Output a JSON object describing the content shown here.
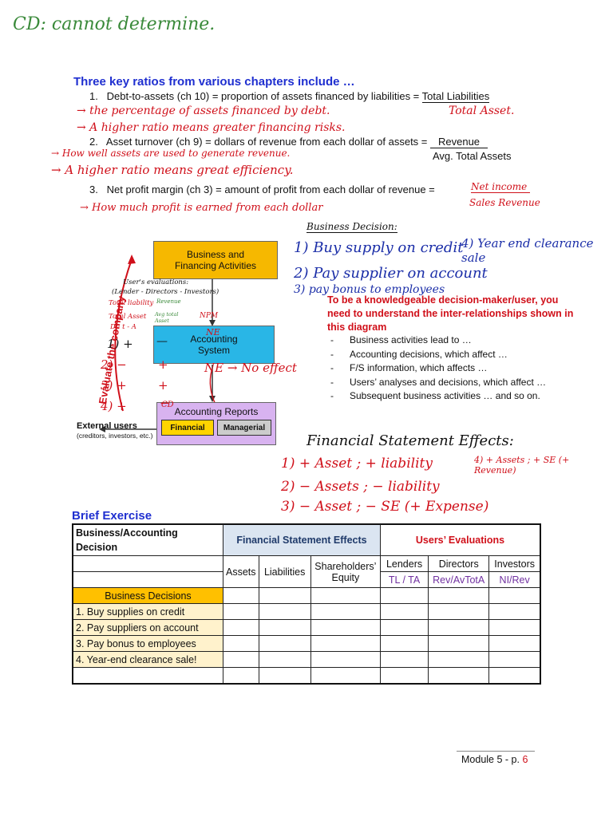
{
  "top_note": "CD: cannot determine.",
  "heading": "Three key ratios from various chapters include …",
  "ratios": [
    {
      "num": "1.",
      "text": "Debt-to-assets (ch 10) = proportion of assets financed by liabilities = ",
      "numerator": "Total Liabilities"
    },
    {
      "num": "2.",
      "text": "Asset turnover (ch 9) = dollars of revenue from each dollar of assets = ",
      "numerator": "Revenue",
      "denominator": "Avg. Total Assets"
    },
    {
      "num": "3.",
      "text": "Net profit margin (ch 3) = amount of profit from each dollar of revenue = "
    }
  ],
  "handwritten": {
    "r1_denominator": "Total Asset.",
    "r1_note1": "→ the percentage of assets financed by debt.",
    "r1_note2": "→ A higher ratio means greater financing risks.",
    "r2_note1": "→ How well assets are used to generate revenue.",
    "r2_note2": "→ A higher ratio means great efficiency.",
    "r3_numerator": "Net income",
    "r3_denominator": "Sales Revenue",
    "r3_note": "→ How much profit is earned from each dollar",
    "biz_decision_title": "Business Decision:",
    "biz1": "1) Buy supply on credit",
    "biz2": "2) Pay supplier on account",
    "biz3": "3) pay bonus to employees",
    "biz4": "4) Year end clearance sale",
    "fse_title": "Financial Statement Effects:",
    "fse1": "1) + Asset ; + liability",
    "fse2": "2) − Assets ; − liability",
    "fse3": "3) − Asset ; − SE (+ Expense)",
    "fse4": "4) + Assets ; + SE (+ Revenue)",
    "ne_no_effect": "NE → No effect",
    "ne_small": "NE",
    "cd_small": "CD",
    "users_eval": "User's evaluations:",
    "users_list": "(Lender - Directors - Investors)",
    "tl_label": "Total liability",
    "ta_label": "Total Asset",
    "dta_label": "D - t - A",
    "npm_label": "NPM",
    "rev_label": "Revenue",
    "avta_label": "Avg total Asset",
    "mark1": "1) +",
    "mark2": "2) −",
    "mark3": "3) +",
    "mark4": "4) +",
    "mid_minus": "—",
    "mid_plus1": "+",
    "mid_plus2": "+",
    "mid_minus2": "−"
  },
  "diagram": {
    "biz_box": "Business and Financing Activities",
    "acct_box": "Accounting System",
    "reports_box": "Accounting Reports",
    "financial": "Financial",
    "managerial": "Managerial",
    "evaluate": "Evaluate the company",
    "external_users": "External users",
    "external_detail": "(creditors, investors, etc.)"
  },
  "knowledge": {
    "intro": "To be a knowledgeable decision-maker/user, you need to understand the inter-relationships shown in this diagram",
    "bullets": [
      "Business activities lead to …",
      "Accounting decisions, which affect …",
      "F/S information, which affects …",
      "Users’ analyses and decisions, which affect …",
      "Subsequent business activities … and so on."
    ]
  },
  "brief_exercise": {
    "title": "Brief Exercise",
    "col_decision": "Business/Accounting Decision",
    "col_fse": "Financial Statement Effects",
    "col_users": "Users’ Evaluations",
    "sub_assets": "Assets",
    "sub_liabilities": "Liabilities",
    "sub_equity": "Shareholders’ Equity",
    "sub_lenders": "Lenders",
    "sub_directors": "Directors",
    "sub_investors": "Investors",
    "ratio_lenders": "TL / TA",
    "ratio_directors": "Rev/AvTotA",
    "ratio_investors": "NI/Rev",
    "biz_header": "Business Decisions",
    "rows": [
      "1. Buy supplies on credit",
      "2. Pay suppliers on account",
      "3. Pay bonus to employees",
      "4. Year-end clearance sale!"
    ]
  },
  "footer": {
    "label": "Module 5 - p. ",
    "page": "6"
  }
}
